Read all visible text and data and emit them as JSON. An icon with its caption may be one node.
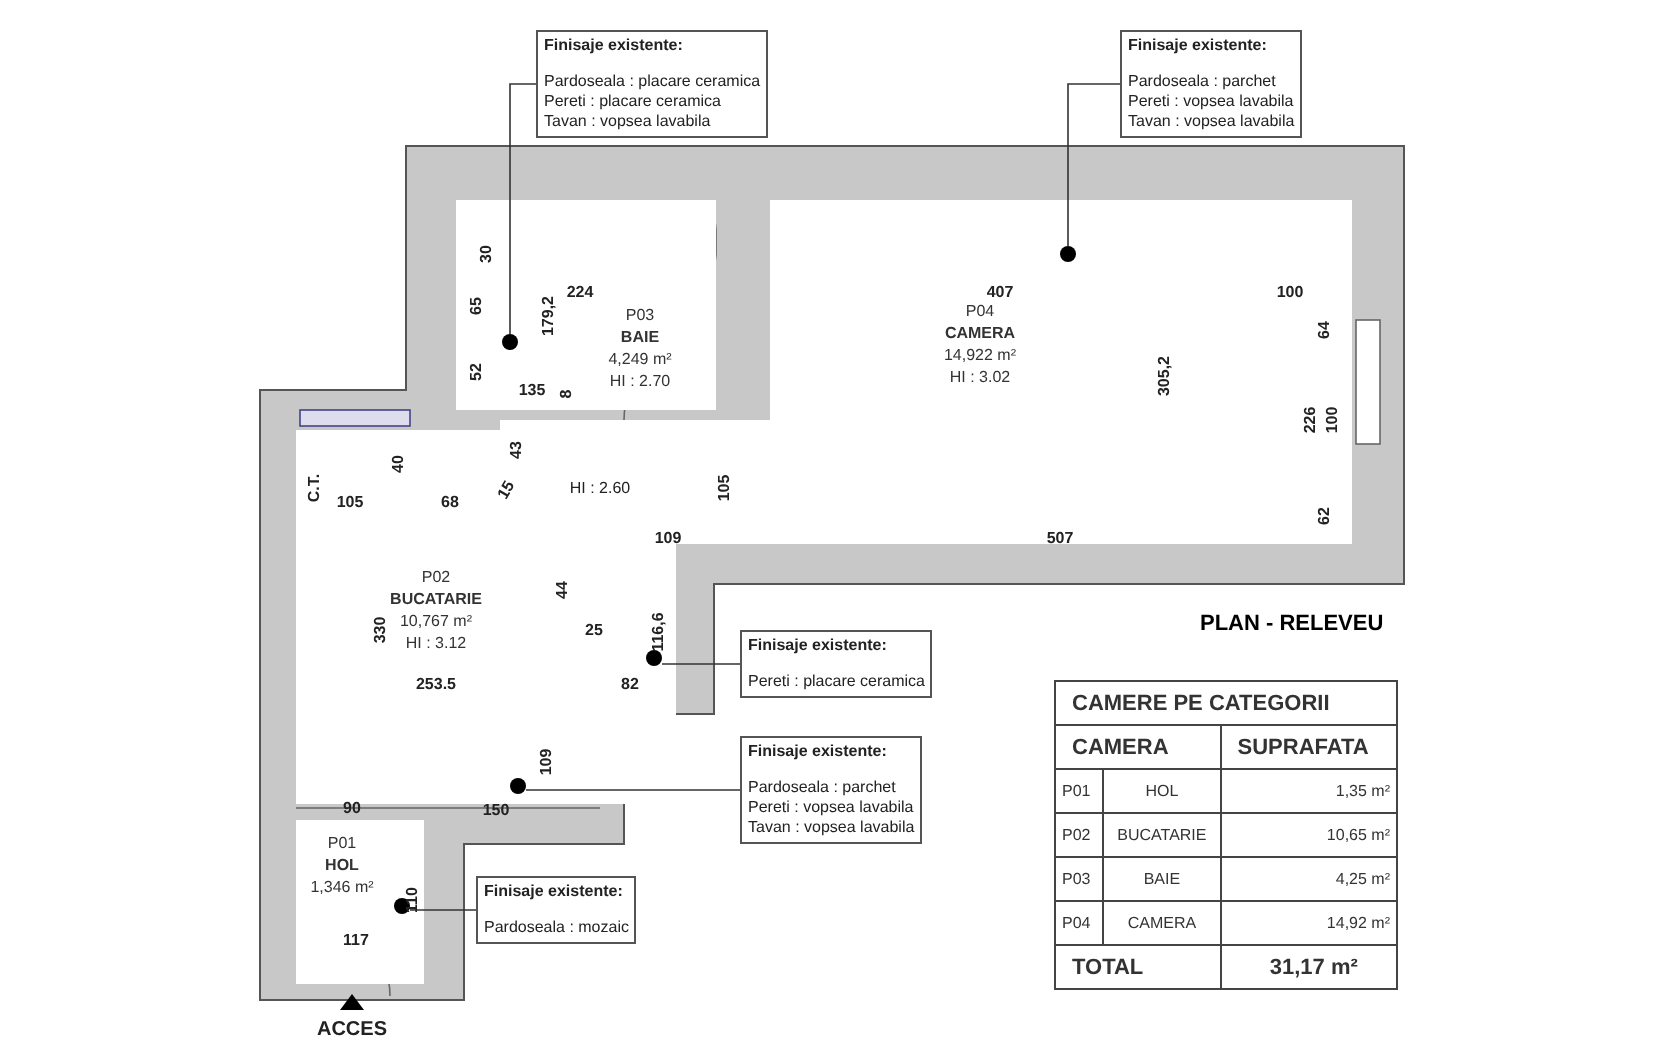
{
  "diagram": {
    "title": "PLAN - RELEVEU",
    "nodes": [
      {
        "text": [
          "Finisaje existente:",
          "Pardoseala : placare ceramica",
          "Pereti : placare ceramica",
          "Tavan : vopsea lavabila"
        ]
      },
      {
        "text": [
          "Finisaje existente:",
          "Pardoseala : parchet",
          "Pereti : vopsea lavabila",
          "Tavan : vopsea lavabila"
        ]
      },
      {
        "text": [
          "P03",
          "BAIE",
          "4,249 m²",
          "HI : 2.70"
        ]
      },
      {
        "text": [],
        "shape": "circle",
        "in": 2
      },
      {
        "text": [
          "P04",
          "CAMERA",
          "14,922 m²",
          "HI : 3.02"
        ]
      },
      {
        "text": [],
        "shape": "circle",
        "in": 4
      },
      {
        "text": [
          "P02",
          "BUCATARIE",
          "10,767 m²",
          "HI : 3.12"
        ]
      },
      {
        "text": [],
        "shape": "circle",
        "in": 6
      },
      {
        "text": [],
        "shape": "circle",
        "in": 6
      },
      {
        "text": [
          "Finisaje existente:",
          "Pereti : placare ceramica"
        ]
      },
      {
        "text": [
          "Finisaje existente:",
          "Pardoseala : parchet",
          "Pereti : vopsea lavabila",
          "Tavan : vopsea lavabila"
        ]
      },
      {
        "text": [
          "P01",
          "HOL",
          "1,346 m²"
        ]
      },
      {
        "text": [],
        "shape": "circle",
        "in": 11
      },
      {
        "text": [
          "Finisaje existente:",
          "Pardoseala : mozaic"
        ]
      }
    ],
    "edges": [
      {
        "from": 0,
        "to": 3,
        "arrow": "none"
      },
      {
        "from": 1,
        "to": 5,
        "arrow": "none"
      },
      {
        "from": 9,
        "to": 7,
        "arrow": "none"
      },
      {
        "from": 10,
        "to": 8,
        "arrow": "none"
      },
      {
        "from": 13,
        "to": 12,
        "arrow": "none"
      }
    ],
    "labels": [
      "30",
      "65",
      "179,2",
      "224",
      "407",
      "100",
      "64",
      "305,2",
      "52",
      "135",
      "8",
      "226",
      "100",
      "40",
      "43",
      "HI : 2.60",
      "C.T.",
      "105",
      "68",
      "15",
      "105",
      "62",
      "109",
      "507",
      "44",
      "25",
      "116,6",
      "330",
      "253.5",
      "82",
      "109",
      "90",
      "150",
      "110",
      "117",
      "CAMERE PE CATEGORII",
      "CAMERA",
      "SUPRAFATA",
      "P01",
      "HOL",
      "1,35 m²",
      "P02",
      "BUCATARIE",
      "10,65 m²",
      "P03",
      "BAIE",
      "4,25 m²",
      "P04",
      "CAMERA",
      "14,92 m²",
      "TOTAL",
      "31,17 m²",
      "ACCES"
    ]
  }
}
